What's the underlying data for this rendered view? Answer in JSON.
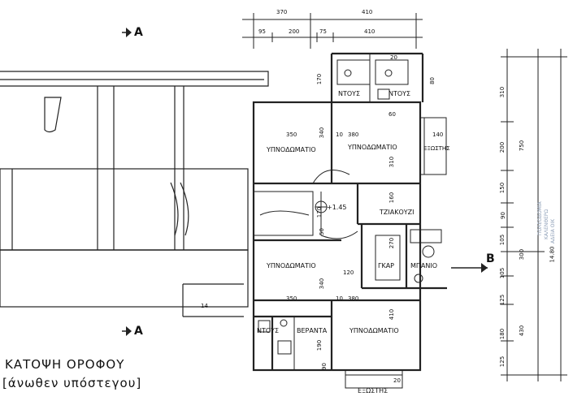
{
  "drawing": {
    "title_line1": "ΚΑΤΟΨΗ ΟΡΟΦΟΥ",
    "title_line2": "[άνωθεν υπόστεγου]",
    "section_a_top": "A",
    "section_a_bottom": "A",
    "section_b": "B",
    "elevation_mark": "+1.45"
  },
  "rooms": {
    "wc_top_left": "ΝΤΟΥΣ",
    "wc_top_right": "ΝΤΟΥΣ",
    "bedroom_1": "ΥΠΝΟΔΩΜΑΤΙΟ",
    "bedroom_2": "ΥΠΝΟΔΩΜΑΤΙΟ",
    "bedroom_3": "ΥΠΝΟΔΩΜΑΤΙΟ",
    "bedroom_4": "ΥΠΝΟΔΩΜΑΤΙΟ",
    "jacuzzi": "ΤΖΙΑΚΟΥΖΙ",
    "wardrobe": "ΓΚΑΡ",
    "bathroom": "ΜΠΑΝΙΟ",
    "wc_bottom": "ΝΤΟΥΣ",
    "veranda": "ΒΕΡΑΝΤΑ",
    "balcony_right": "ΕΞΩΣΤΗΣ",
    "balcony_bottom": "ΕΞΩΣΤΗΣ"
  },
  "dimensions_top": {
    "row1_a": "370",
    "row1_b": "410",
    "row2_a": "95",
    "row2_b": "200",
    "row2_c": "75",
    "row2_d": "410"
  },
  "dimensions_right": {
    "d310": "310",
    "d200": "200",
    "d150": "150",
    "d90": "90",
    "d105a": "105",
    "d300": "300",
    "d105b": "105",
    "d125a": "125",
    "d180": "180",
    "d125b": "125",
    "d750": "750",
    "d430": "430",
    "d1480": "14.80"
  },
  "dimensions_inner": {
    "w350a": "350",
    "w380a": "380",
    "w350b": "350",
    "w380b": "380",
    "w120": "120",
    "w140": "140",
    "w170": "170",
    "w80": "80",
    "w20a": "20",
    "w20b": "20",
    "w10a": "10",
    "w10b": "10",
    "w60": "60",
    "h340a": "340",
    "h310a": "310",
    "h160": "160",
    "h170": "170",
    "h270": "270",
    "h340b": "340",
    "h410": "410",
    "h190": "190",
    "h90": "90",
    "h50": "50",
    "h14": "14"
  },
  "stamp": {
    "line1": "ΠΟΛΕΟΔΟΜΙΑ",
    "line2": "ΚΑΛΕΝΘΕΡΩ",
    "line3": "ΑΔΕΙΑ ΟΙΚ"
  }
}
